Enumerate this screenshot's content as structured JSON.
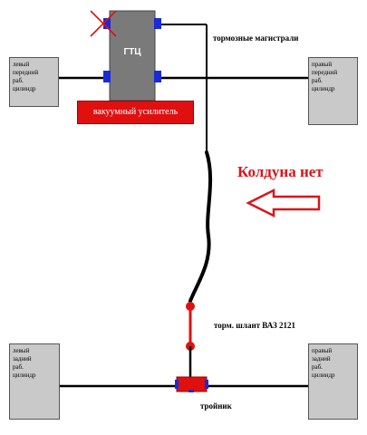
{
  "labels": {
    "brake_lines": "тормозные магистрали",
    "master_cylinder": "ГТЦ",
    "vacuum_booster": "вакуумный усилитель",
    "no_regulator": "Колдуна нет",
    "hose": "торм. шлант ВАЗ 2121",
    "tee": "тройник"
  },
  "wheels": {
    "front_left": [
      "левый",
      "передний",
      "раб.",
      "цилиндр"
    ],
    "front_right": [
      "правый",
      "передний",
      "раб.",
      "цилиндр"
    ],
    "rear_left": [
      "левый",
      "задний",
      "раб.",
      "цилиндр"
    ],
    "rear_right": [
      "правый",
      "задний",
      "раб.",
      "цилиндр"
    ]
  },
  "colors": {
    "line": "#000000",
    "red": "#e01010",
    "port": "#1a2bd6",
    "gray": "#c9c9c9",
    "gtc": "#7a7a7a",
    "accent_text": "#d8151b"
  }
}
